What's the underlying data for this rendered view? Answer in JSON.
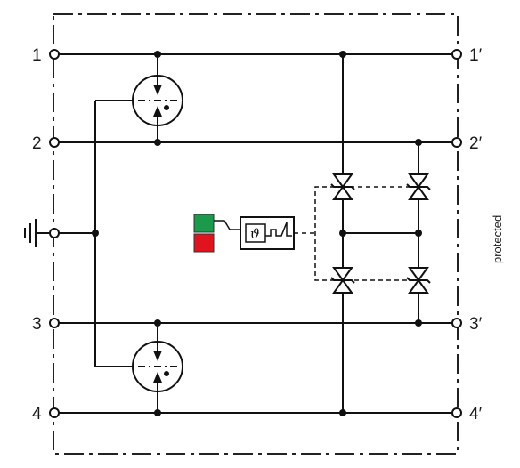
{
  "terminals": {
    "in_1": "1",
    "in_2": "2",
    "in_3": "3",
    "in_4": "4",
    "out_1": "1′",
    "out_2": "2′",
    "out_3": "3′",
    "out_4": "4′"
  },
  "side_label": "protected",
  "thermal_symbol": "ϑ",
  "status_indicator": {
    "ok_color": "#1a9a4a",
    "fault_color": "#e0141e"
  },
  "icons": {
    "ground": "ground-icon",
    "gas_discharge_tube": "gas-discharge-tube-icon",
    "tvs_diode": "bidirectional-tvs-diode-icon",
    "thermal_disconnector": "thermal-disconnector-icon"
  }
}
